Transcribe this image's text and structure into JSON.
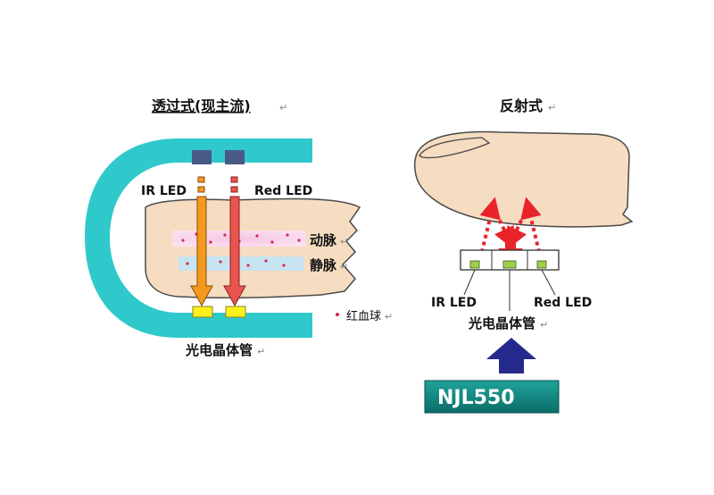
{
  "left": {
    "title": "透过式(现主流)",
    "ir_led": "IR LED",
    "red_led": "Red LED",
    "artery": "动脉",
    "vein": "静脉",
    "rbc": "红血球",
    "photo": "光电晶体管"
  },
  "right": {
    "title": "反射式",
    "ir_led": "IR LED",
    "red_led": "Red LED",
    "photo": "光电晶体管",
    "part": "NJL550"
  },
  "paragraph_mark": "↵",
  "colors": {
    "clip": "#2fc9cc",
    "finger": "#f6dcc0",
    "finger_outline": "#4a4a4a",
    "ir_arrow": "#f39a1e",
    "red_arrow": "#e8544e",
    "led_block": "#4a5a86",
    "sensor": "#ffef1a",
    "green_led": "#9fd04a",
    "big_arrow": "#242a8c",
    "badge_bg": "#0f7f7a"
  }
}
